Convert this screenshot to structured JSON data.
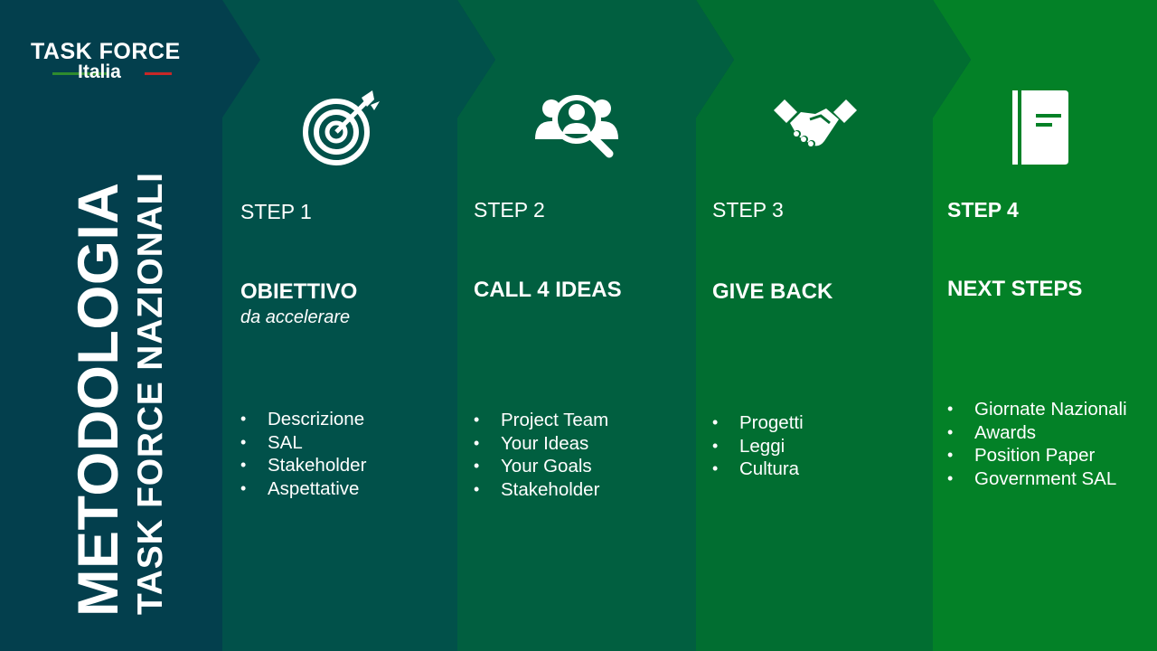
{
  "logo": {
    "line1": "TASK FORCE",
    "line2": "Italia",
    "accent_green": "#2e8b2e",
    "accent_red": "#c62828"
  },
  "title": {
    "line1": "METODOLOGIA",
    "line2": "TASK FORCE NAZIONALI"
  },
  "colors": {
    "panel0": "#033f4d",
    "panel1": "#01514a",
    "panel2": "#015f40",
    "panel3": "#016e31",
    "panel4": "#038127"
  },
  "steps": [
    {
      "label": "STEP 1",
      "heading": "OBIETTIVO",
      "subheading": "da accelerare",
      "icon": "target-icon",
      "bullets": [
        "Descrizione",
        "SAL",
        "Stakeholder",
        "Aspettative"
      ]
    },
    {
      "label": "STEP 2",
      "heading": "CALL 4 IDEAS",
      "icon": "team-search-icon",
      "bullets": [
        "Project Team",
        "Your Ideas",
        "Your Goals",
        "Stakeholder"
      ]
    },
    {
      "label": "STEP 3",
      "heading": "GIVE BACK",
      "icon": "handshake-icon",
      "bullets": [
        "Progetti",
        "Leggi",
        "Cultura"
      ]
    },
    {
      "label": "STEP 4",
      "heading": "NEXT STEPS",
      "icon": "notebook-icon",
      "bullets": [
        "Giornate Nazionali",
        "Awards",
        "Position Paper",
        "Government SAL"
      ]
    }
  ]
}
